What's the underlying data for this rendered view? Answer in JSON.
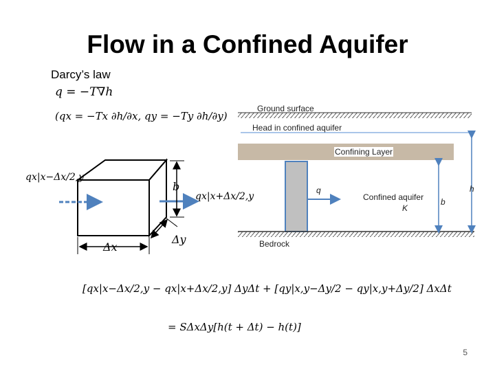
{
  "slide": {
    "title": "Flow in a Confined Aquifer",
    "subtitle": "Darcy’s law",
    "page_number": "5"
  },
  "equations": {
    "vector_form": "q = −T∇h",
    "component_form": "(qx = −Tx ∂h/∂x, qy = −Ty ∂h/∂y)",
    "balance_line1": "[qx|x−Δx/2,y − qx|x+Δx/2,y] ΔyΔt + [qy|x,y−Δy/2 − qy|x,y+Δy/2] ΔxΔt",
    "balance_line2": "= SΔxΔy[h(t + Δt) − h(t)]"
  },
  "element": {
    "inflow_label": "qx|x−Δx/2,y",
    "outflow_label": "qx|x+Δx/2,y",
    "thickness_label": "b",
    "dx_label": "Δx",
    "dy_label": "Δy"
  },
  "cross_section": {
    "ground_surface": "Ground surface",
    "head_label": "Head in confined aquifer",
    "confining_layer": "Confining Layer",
    "flow_label": "q",
    "aquifer_label": "Confined aquifer",
    "conductivity_label": "K",
    "thickness_label": "b",
    "head_height_label": "h",
    "bedrock": "Bedrock"
  },
  "colors": {
    "arrow_blue": "#4f81bd",
    "well_gray": "#c0c0c0",
    "confining_layer": "#c7b9a6",
    "head_line": "#8db3e2"
  }
}
